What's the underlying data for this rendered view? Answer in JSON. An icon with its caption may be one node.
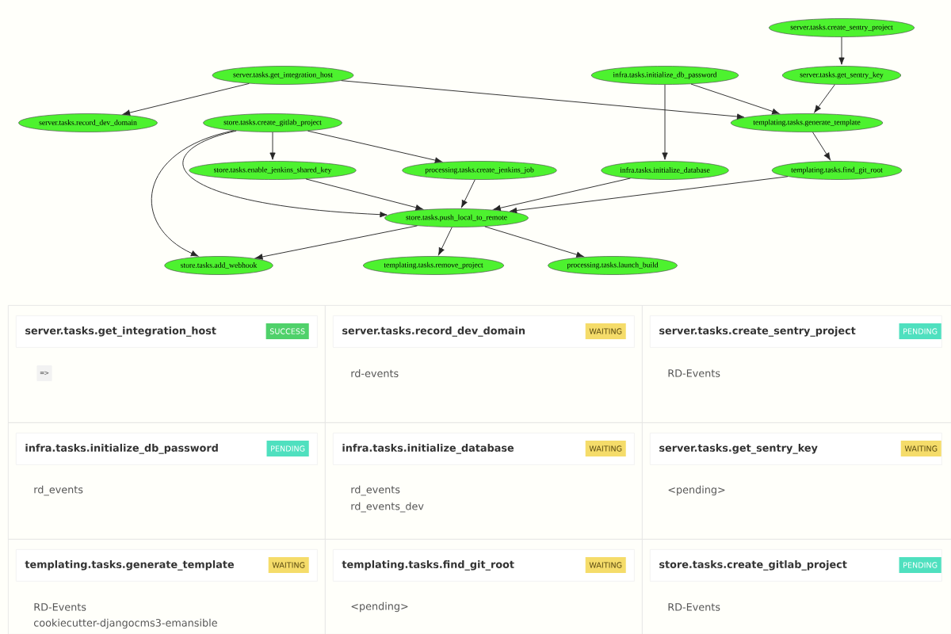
{
  "diagram": {
    "nodes": [
      {
        "text": [
          "server.tasks.create_sentry_project"
        ]
      },
      {
        "text": [
          "server.tasks.get_integration_host"
        ]
      },
      {
        "text": [
          "infra.tasks.initialize_db_password"
        ]
      },
      {
        "text": [
          "server.tasks.get_sentry_key"
        ]
      },
      {
        "text": [
          "server.tasks.record_dev_domain"
        ]
      },
      {
        "text": [
          "store.tasks.create_gitlab_project"
        ]
      },
      {
        "text": [
          "templating.tasks.generate_template"
        ]
      },
      {
        "text": [
          "store.tasks.enable_jenkins_shared_key"
        ]
      },
      {
        "text": [
          "processing.tasks.create_jenkins_job"
        ]
      },
      {
        "text": [
          "infra.tasks.initialize_database"
        ]
      },
      {
        "text": [
          "templating.tasks.find_git_root"
        ]
      },
      {
        "text": [
          "store.tasks.push_local_to_remote"
        ]
      },
      {
        "text": [
          "store.tasks.add_webhook"
        ]
      },
      {
        "text": [
          "templating.tasks.remove_project"
        ]
      },
      {
        "text": [
          "processing.tasks.launch_build"
        ]
      },
      {
        "text": [
          "server.tasks.get_integration_host"
        ]
      },
      {
        "text": [
          "SUCCESS"
        ],
        "in": 15
      },
      {
        "text": [
          "server.tasks.record_dev_domain",
          "rd-events"
        ]
      },
      {
        "text": [
          "WAITING"
        ],
        "in": 17
      },
      {
        "text": [
          "server.tasks.create_sentry_project",
          "RD-Events"
        ]
      },
      {
        "text": [
          "PENDING"
        ],
        "in": 19
      },
      {
        "text": [
          "infra.tasks.initialize_db_password",
          "rd_events"
        ]
      },
      {
        "text": [
          "PENDING"
        ],
        "in": 21
      },
      {
        "text": [
          "infra.tasks.initialize_database",
          "rd_events",
          "rd_events_dev"
        ]
      },
      {
        "text": [
          "WAITING"
        ],
        "in": 23
      },
      {
        "text": [
          "server.tasks.get_sentry_key",
          "<pending>"
        ]
      },
      {
        "text": [
          "WAITING"
        ],
        "in": 25
      },
      {
        "text": [
          "templating.tasks.generate_template",
          "RD-Events",
          "cookiecutter-djangocms3-emansible"
        ]
      },
      {
        "text": [
          "WAITING"
        ],
        "in": 27
      },
      {
        "text": [
          "templating.tasks.find_git_root",
          "<pending>"
        ]
      },
      {
        "text": [
          "WAITING"
        ],
        "in": 29
      },
      {
        "text": [
          "store.tasks.create_gitlab_project",
          "RD-Events"
        ]
      },
      {
        "text": [
          "PENDING"
        ],
        "in": 31
      }
    ],
    "edges": [
      {
        "from": 0,
        "to": 3,
        "arrow": "to"
      },
      {
        "from": 1,
        "to": 4,
        "arrow": "to"
      },
      {
        "from": 1,
        "to": 6,
        "arrow": "to"
      },
      {
        "from": 2,
        "to": 6,
        "arrow": "to"
      },
      {
        "from": 2,
        "to": 9,
        "arrow": "to"
      },
      {
        "from": 3,
        "to": 6,
        "arrow": "to"
      },
      {
        "from": 5,
        "to": 7,
        "arrow": "to"
      },
      {
        "from": 5,
        "to": 8,
        "arrow": "to"
      },
      {
        "from": 5,
        "to": 11,
        "arrow": "to"
      },
      {
        "from": 5,
        "to": 12,
        "arrow": "to"
      },
      {
        "from": 6,
        "to": 10,
        "arrow": "to"
      },
      {
        "from": 7,
        "to": 11,
        "arrow": "to"
      },
      {
        "from": 8,
        "to": 11,
        "arrow": "to"
      },
      {
        "from": 9,
        "to": 11,
        "arrow": "to"
      },
      {
        "from": 10,
        "to": 11,
        "arrow": "to"
      },
      {
        "from": 11,
        "to": 12,
        "arrow": "to"
      },
      {
        "from": 11,
        "to": 13,
        "arrow": "to"
      },
      {
        "from": 11,
        "to": 14,
        "arrow": "to"
      }
    ],
    "labels": [
      "=>"
    ]
  }
}
